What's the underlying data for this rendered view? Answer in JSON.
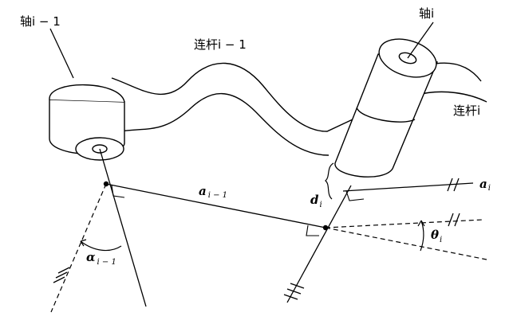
{
  "labels": {
    "axis_prev": "轴i − 1",
    "axis_curr": "轴i",
    "link_prev": "连杆i − 1",
    "link_curr": "连杆i",
    "a_prev": "a",
    "a_prev_sub": "i − 1",
    "a_curr": "a",
    "a_curr_sub": "i",
    "d_curr": "d",
    "d_curr_sub": "i",
    "theta": "θ",
    "theta_sub": "i",
    "alpha": "α",
    "alpha_sub": "i − 1"
  }
}
